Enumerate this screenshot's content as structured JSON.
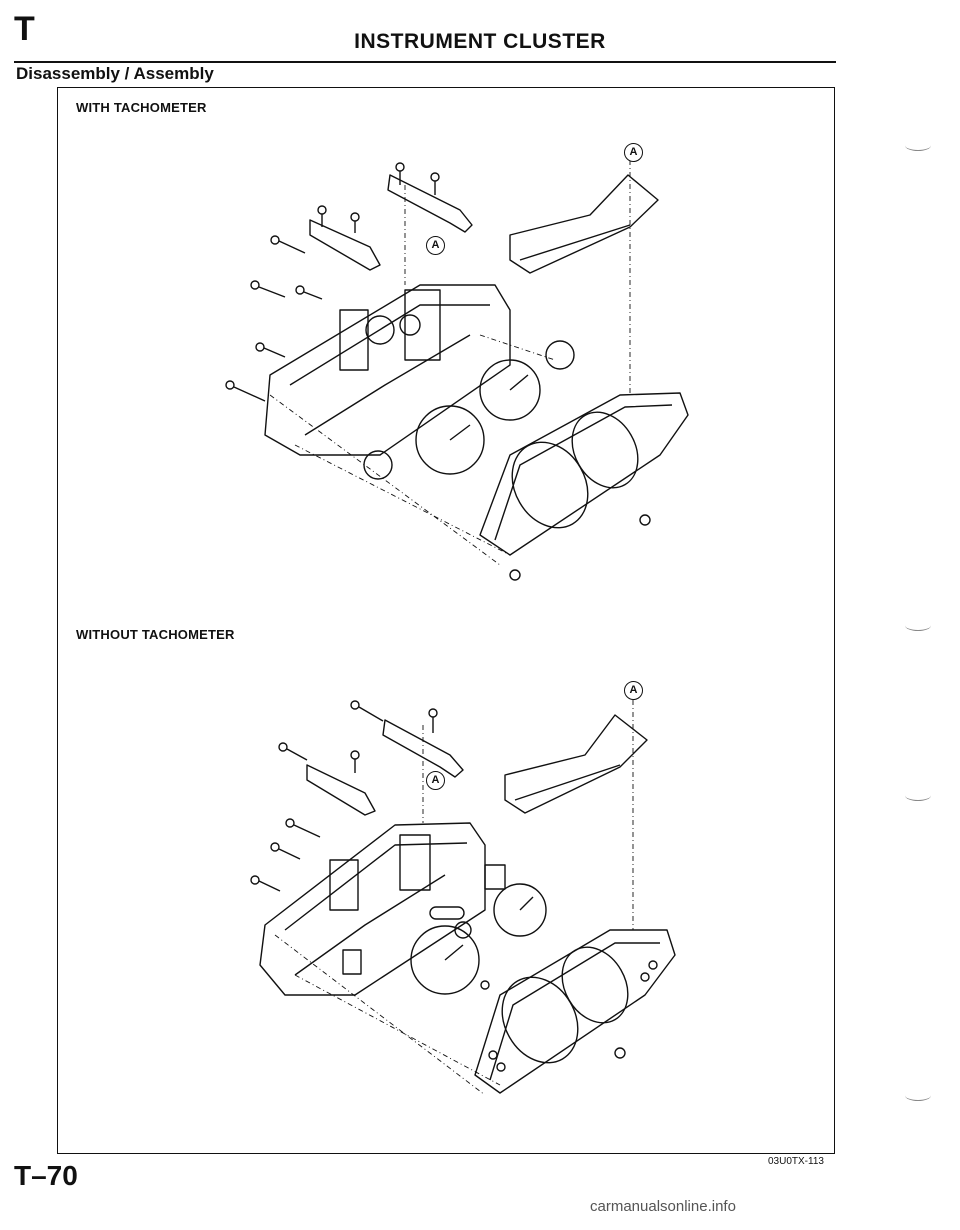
{
  "header": {
    "section_letter": "T",
    "title": "INSTRUMENT CLUSTER"
  },
  "section": {
    "heading": "Disassembly / Assembly"
  },
  "figures": [
    {
      "caption": "WITH TACHOMETER",
      "callout": "A"
    },
    {
      "caption": "WITHOUT TACHOMETER",
      "callout": "A"
    }
  ],
  "footer": {
    "page_number": "T–70",
    "figure_id": "03U0TX-113",
    "watermark": "carmanualsonline.info"
  }
}
